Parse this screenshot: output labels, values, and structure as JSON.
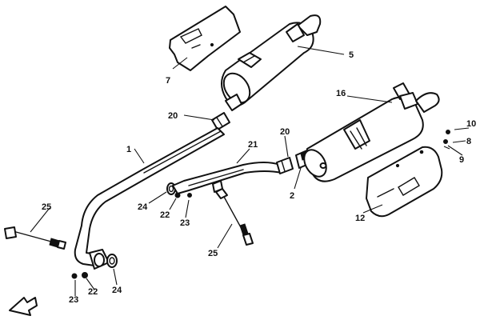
{
  "callouts": {
    "c1": "1",
    "c2": "2",
    "c5": "5",
    "c7": "7",
    "c8": "8",
    "c9": "9",
    "c10": "10",
    "c12": "12",
    "c16": "16",
    "c20a": "20",
    "c20b": "20",
    "c21": "21",
    "c22a": "22",
    "c22b": "22",
    "c23a": "23",
    "c23b": "23",
    "c24a": "24",
    "c24b": "24",
    "c25a": "25",
    "c25b": "25"
  }
}
